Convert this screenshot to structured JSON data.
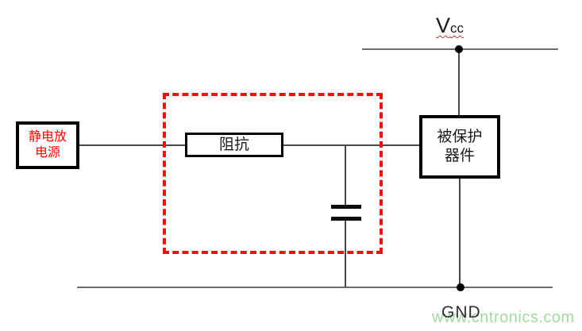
{
  "labels": {
    "vcc_main": "V",
    "vcc_sub": "cc",
    "gnd": "GND"
  },
  "blocks": {
    "esd_source": {
      "line1": "静电放",
      "line2": "电源"
    },
    "impedance": {
      "label": "阻抗"
    },
    "protected_device": {
      "line1": "被保护",
      "line2": "器件"
    }
  },
  "watermark": {
    "text": "www.cntronics.com"
  },
  "colors": {
    "dashed_highlight_red": "#ee1111",
    "esd_source_text_red": "#ff0000",
    "wire_gray": "#4a4a4a",
    "box_border_black": "#000000",
    "vcc_underline_red": "#d92b21",
    "watermark_green": "#a4d8a2"
  }
}
